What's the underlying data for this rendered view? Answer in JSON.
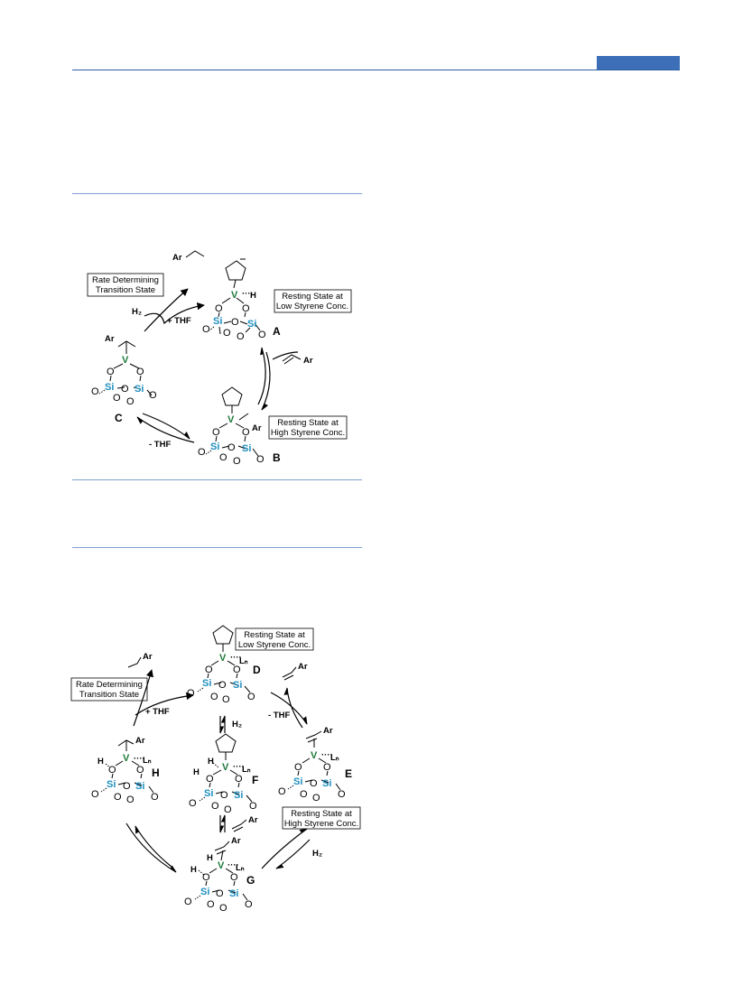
{
  "scheme1": {
    "boxes": {
      "rate_determining": [
        "Rate Determining",
        "Transition State"
      ],
      "resting_low": [
        "Resting State at",
        "Low Styrene Conc."
      ],
      "resting_high": [
        "Resting State at",
        "High Styrene Conc."
      ]
    },
    "reagents": {
      "h2": "H₂",
      "plus_thf": "+ THF",
      "minus_thf": "- THF",
      "ar": "Ar"
    },
    "labels": {
      "A": "A",
      "B": "B",
      "C": "C"
    }
  },
  "scheme2": {
    "boxes": {
      "rate_determining": [
        "Rate Determining",
        "Transition State"
      ],
      "resting_low": [
        "Resting State at",
        "Low Styrene Conc."
      ],
      "resting_high": [
        "Resting State at",
        "High Styrene Conc."
      ]
    },
    "reagents": {
      "h2": "H₂",
      "plus_thf": "+ THF",
      "minus_thf": "- THF",
      "ar": "Ar"
    },
    "labels": {
      "D": "D",
      "E": "E",
      "F": "F",
      "G": "G",
      "H": "H"
    }
  },
  "atoms": {
    "si": "Si",
    "v": "V",
    "o": "O",
    "h": "H",
    "ln": "Lₙ"
  }
}
